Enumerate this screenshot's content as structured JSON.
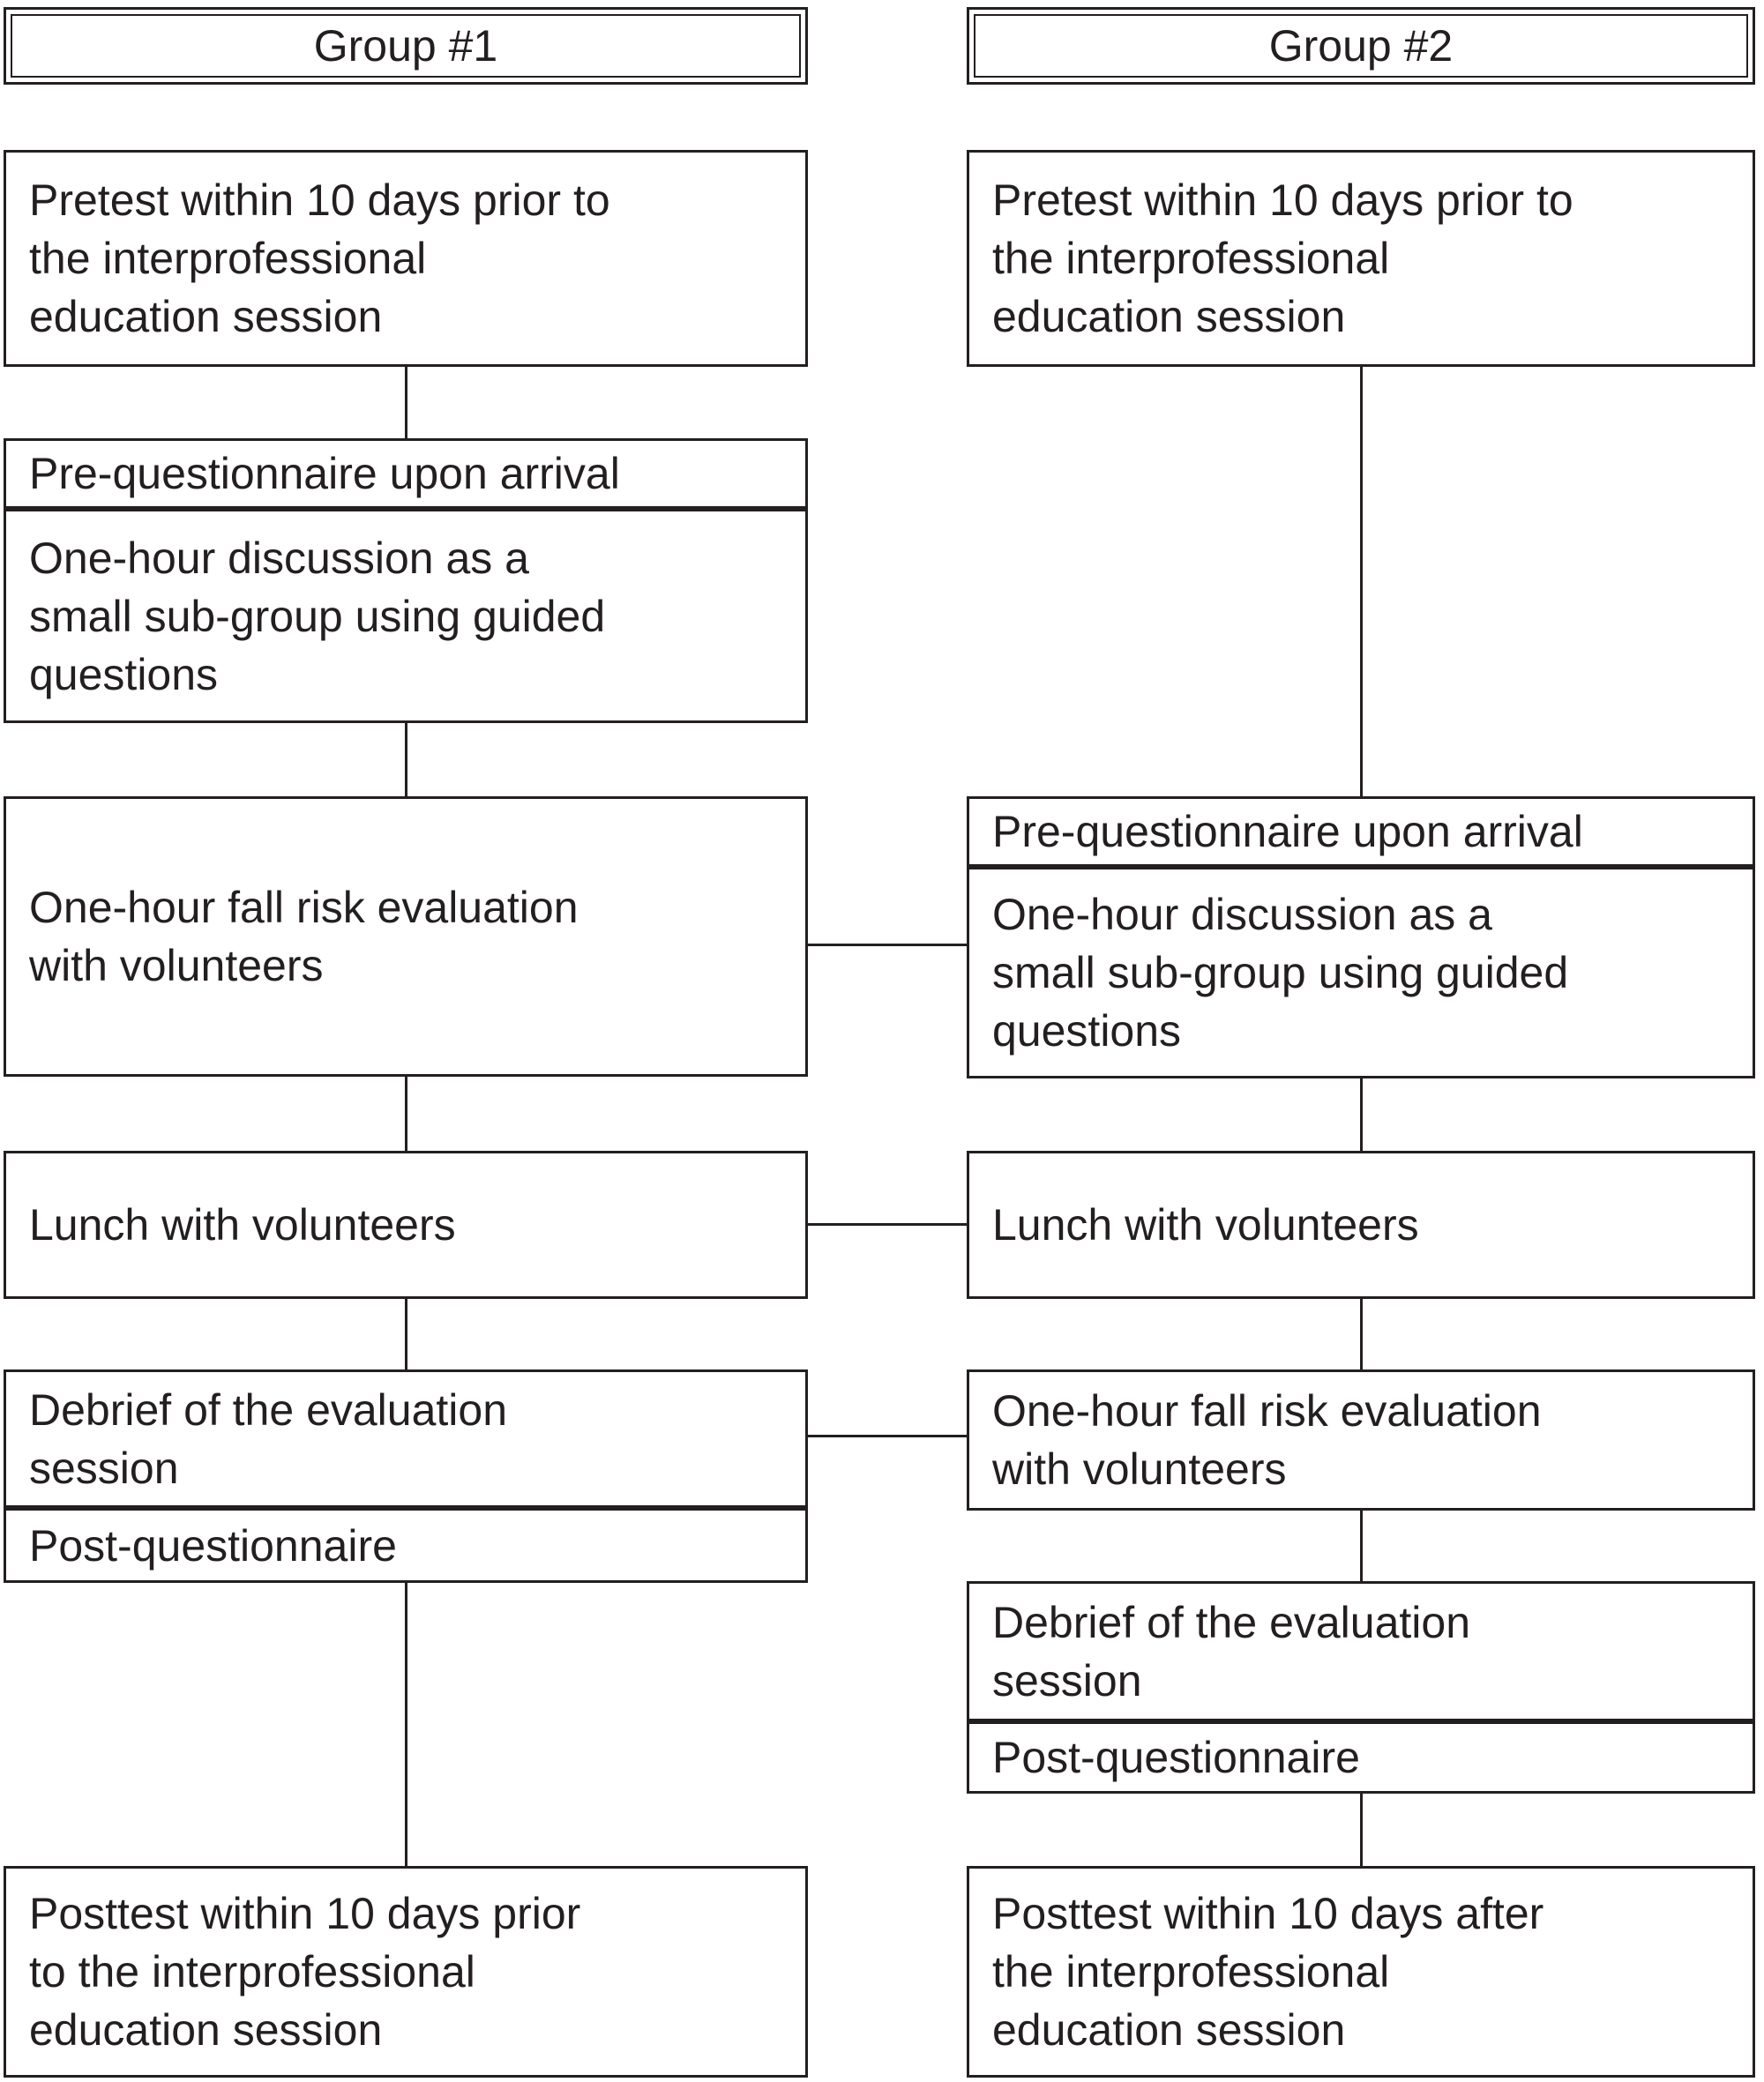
{
  "diagram": {
    "type": "flowchart",
    "colors": {
      "line": "#231f20",
      "text": "#231f20",
      "background": "#ffffff"
    },
    "columns": [
      {
        "header": "Group #1",
        "boxes": {
          "pretest": "Pretest within 10 days prior to\nthe interprofessional\neducation session",
          "pre_questionnaire": "Pre-questionnaire upon arrival",
          "discussion": "One-hour discussion as a\nsmall sub-group using guided\nquestions",
          "fall_risk": "One-hour fall risk evaluation\nwith volunteers",
          "lunch": "Lunch with volunteers",
          "debrief": "Debrief of the evaluation\nsession",
          "post_questionnaire": "Post-questionnaire",
          "posttest": "Posttest within 10 days prior\nto the interprofessional\neducation session"
        }
      },
      {
        "header": "Group #2",
        "boxes": {
          "pretest": "Pretest within 10 days prior to\nthe interprofessional\neducation session",
          "pre_questionnaire": "Pre-questionnaire upon arrival",
          "discussion": "One-hour discussion as a\nsmall sub-group using guided\nquestions",
          "lunch": "Lunch with volunteers",
          "fall_risk": "One-hour fall risk evaluation\nwith volunteers",
          "debrief": "Debrief of the evaluation\nsession",
          "post_questionnaire": "Post-questionnaire",
          "posttest": "Posttest within 10 days after\nthe interprofessional\neducation session"
        }
      }
    ]
  }
}
